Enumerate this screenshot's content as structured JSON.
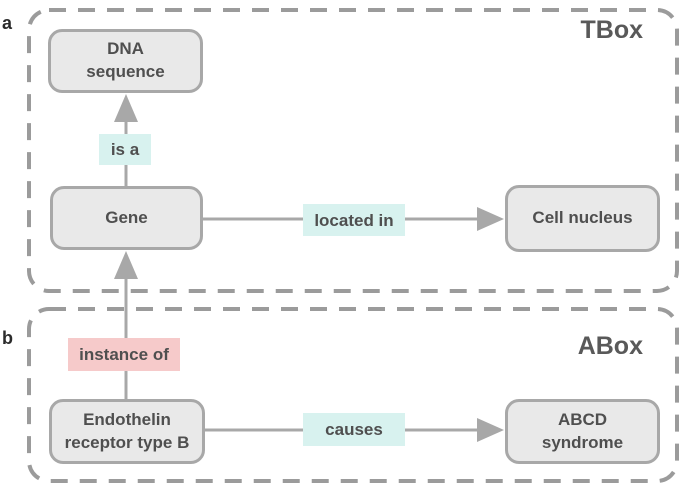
{
  "colors": {
    "node_fill": "#e9e9e9",
    "node_border": "#a8a8a8",
    "dashed_panel_border": "#9b9b9b",
    "arrow": "#a8a8a8",
    "text": "#4f4f4f",
    "relation_label_bg": "#d8f2ef",
    "instance_label_bg": "#f6caca"
  },
  "panels": {
    "tbox": {
      "marker": "a",
      "title": "TBox",
      "nodes": {
        "dna_sequence": "DNA\nsequence",
        "gene": "Gene",
        "cell_nucleus": "Cell nucleus"
      },
      "edges": {
        "is_a": "is a",
        "located_in": "located in"
      }
    },
    "abox": {
      "marker": "b",
      "title": "ABox",
      "nodes": {
        "endothelin_receptor_type_b": "Endothelin\nreceptor type B",
        "abcd_syndrome": "ABCD\nsyndrome"
      },
      "edges": {
        "instance_of": "instance of",
        "causes": "causes"
      }
    }
  }
}
